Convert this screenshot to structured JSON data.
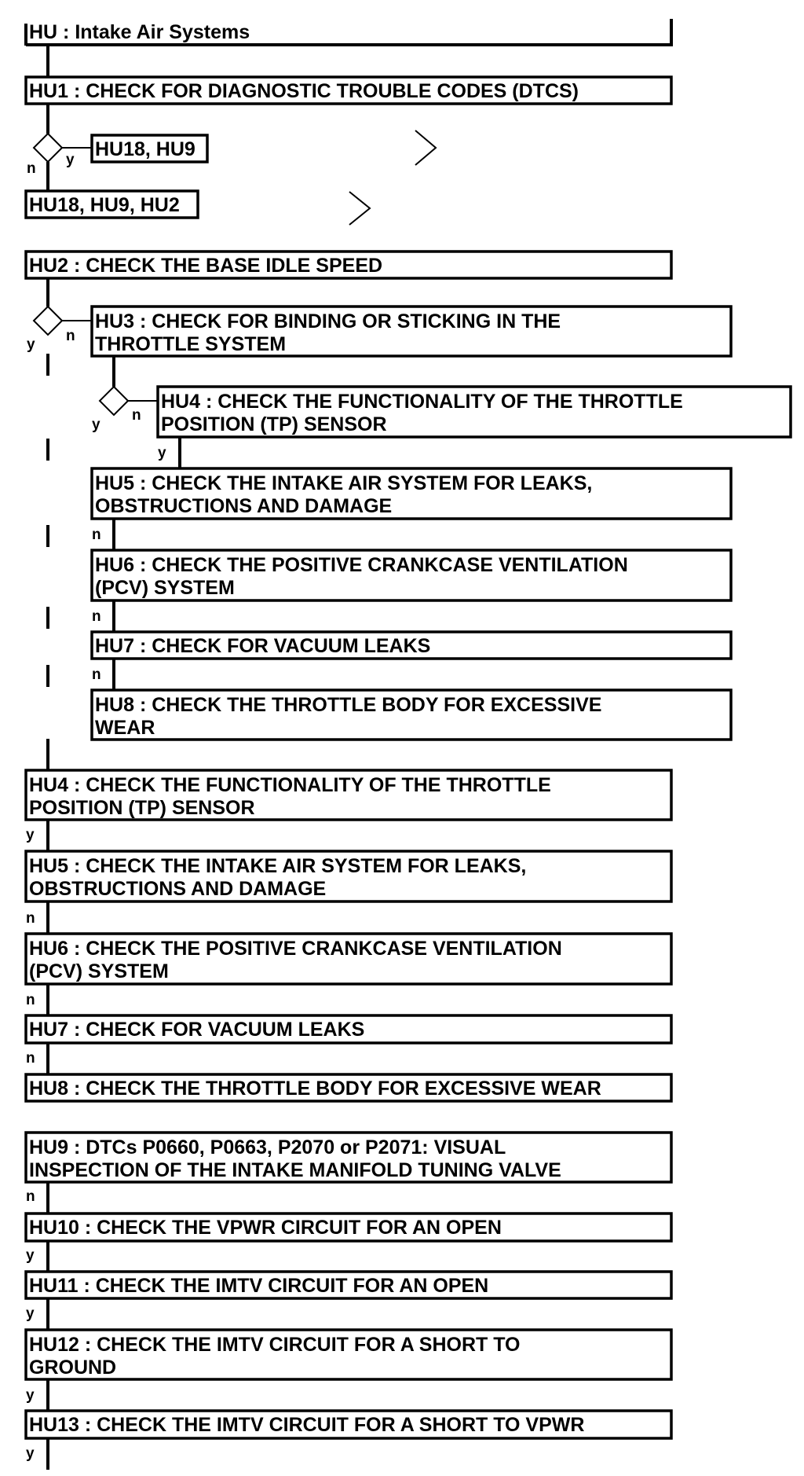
{
  "diagram": {
    "title": "HU : Intake Air Systems",
    "steps": {
      "hu1": "HU1 : CHECK FOR DIAGNOSTIC TROUBLE CODES (DTCS)",
      "ref_yes": "HU18, HU9",
      "ref_no": "HU18, HU9, HU2",
      "hu2": "HU2 : CHECK THE BASE IDLE SPEED",
      "hu3_a": [
        "HU3 : CHECK FOR BINDING OR STICKING IN THE",
        "THROTTLE SYSTEM"
      ],
      "hu4_a": [
        "HU4 : CHECK THE FUNCTIONALITY OF THE THROTTLE",
        "POSITION (TP) SENSOR"
      ],
      "hu5_a": [
        "HU5 : CHECK THE INTAKE AIR SYSTEM FOR LEAKS,",
        "OBSTRUCTIONS AND DAMAGE"
      ],
      "hu6_a": [
        "HU6 : CHECK THE POSITIVE CRANKCASE VENTILATION",
        "(PCV) SYSTEM"
      ],
      "hu7_a": "HU7 : CHECK FOR VACUUM LEAKS",
      "hu8_a": [
        "HU8 : CHECK THE THROTTLE BODY FOR EXCESSIVE",
        "WEAR"
      ],
      "hu4_b": [
        "HU4 : CHECK THE FUNCTIONALITY OF THE THROTTLE",
        "POSITION (TP) SENSOR"
      ],
      "hu5_b": [
        "HU5 : CHECK THE INTAKE AIR SYSTEM FOR LEAKS,",
        "OBSTRUCTIONS AND DAMAGE"
      ],
      "hu6_b": [
        "HU6 : CHECK THE POSITIVE CRANKCASE VENTILATION",
        "(PCV) SYSTEM"
      ],
      "hu7_b": "HU7 : CHECK FOR VACUUM LEAKS",
      "hu8_b": "HU8 : CHECK THE THROTTLE BODY FOR EXCESSIVE WEAR",
      "hu9": [
        "HU9 : DTCs P0660, P0663, P2070 or P2071: VISUAL",
        "INSPECTION OF THE INTAKE MANIFOLD TUNING VALVE"
      ],
      "hu10": "HU10 : CHECK THE VPWR CIRCUIT FOR AN OPEN",
      "hu11": "HU11 : CHECK THE IMTV CIRCUIT FOR AN OPEN",
      "hu12": [
        "HU12 : CHECK THE IMTV CIRCUIT FOR A SHORT TO",
        "GROUND"
      ],
      "hu13": "HU13 : CHECK THE IMTV CIRCUIT FOR A SHORT TO VPWR"
    },
    "labels": {
      "yes": "y",
      "no": "n"
    }
  }
}
